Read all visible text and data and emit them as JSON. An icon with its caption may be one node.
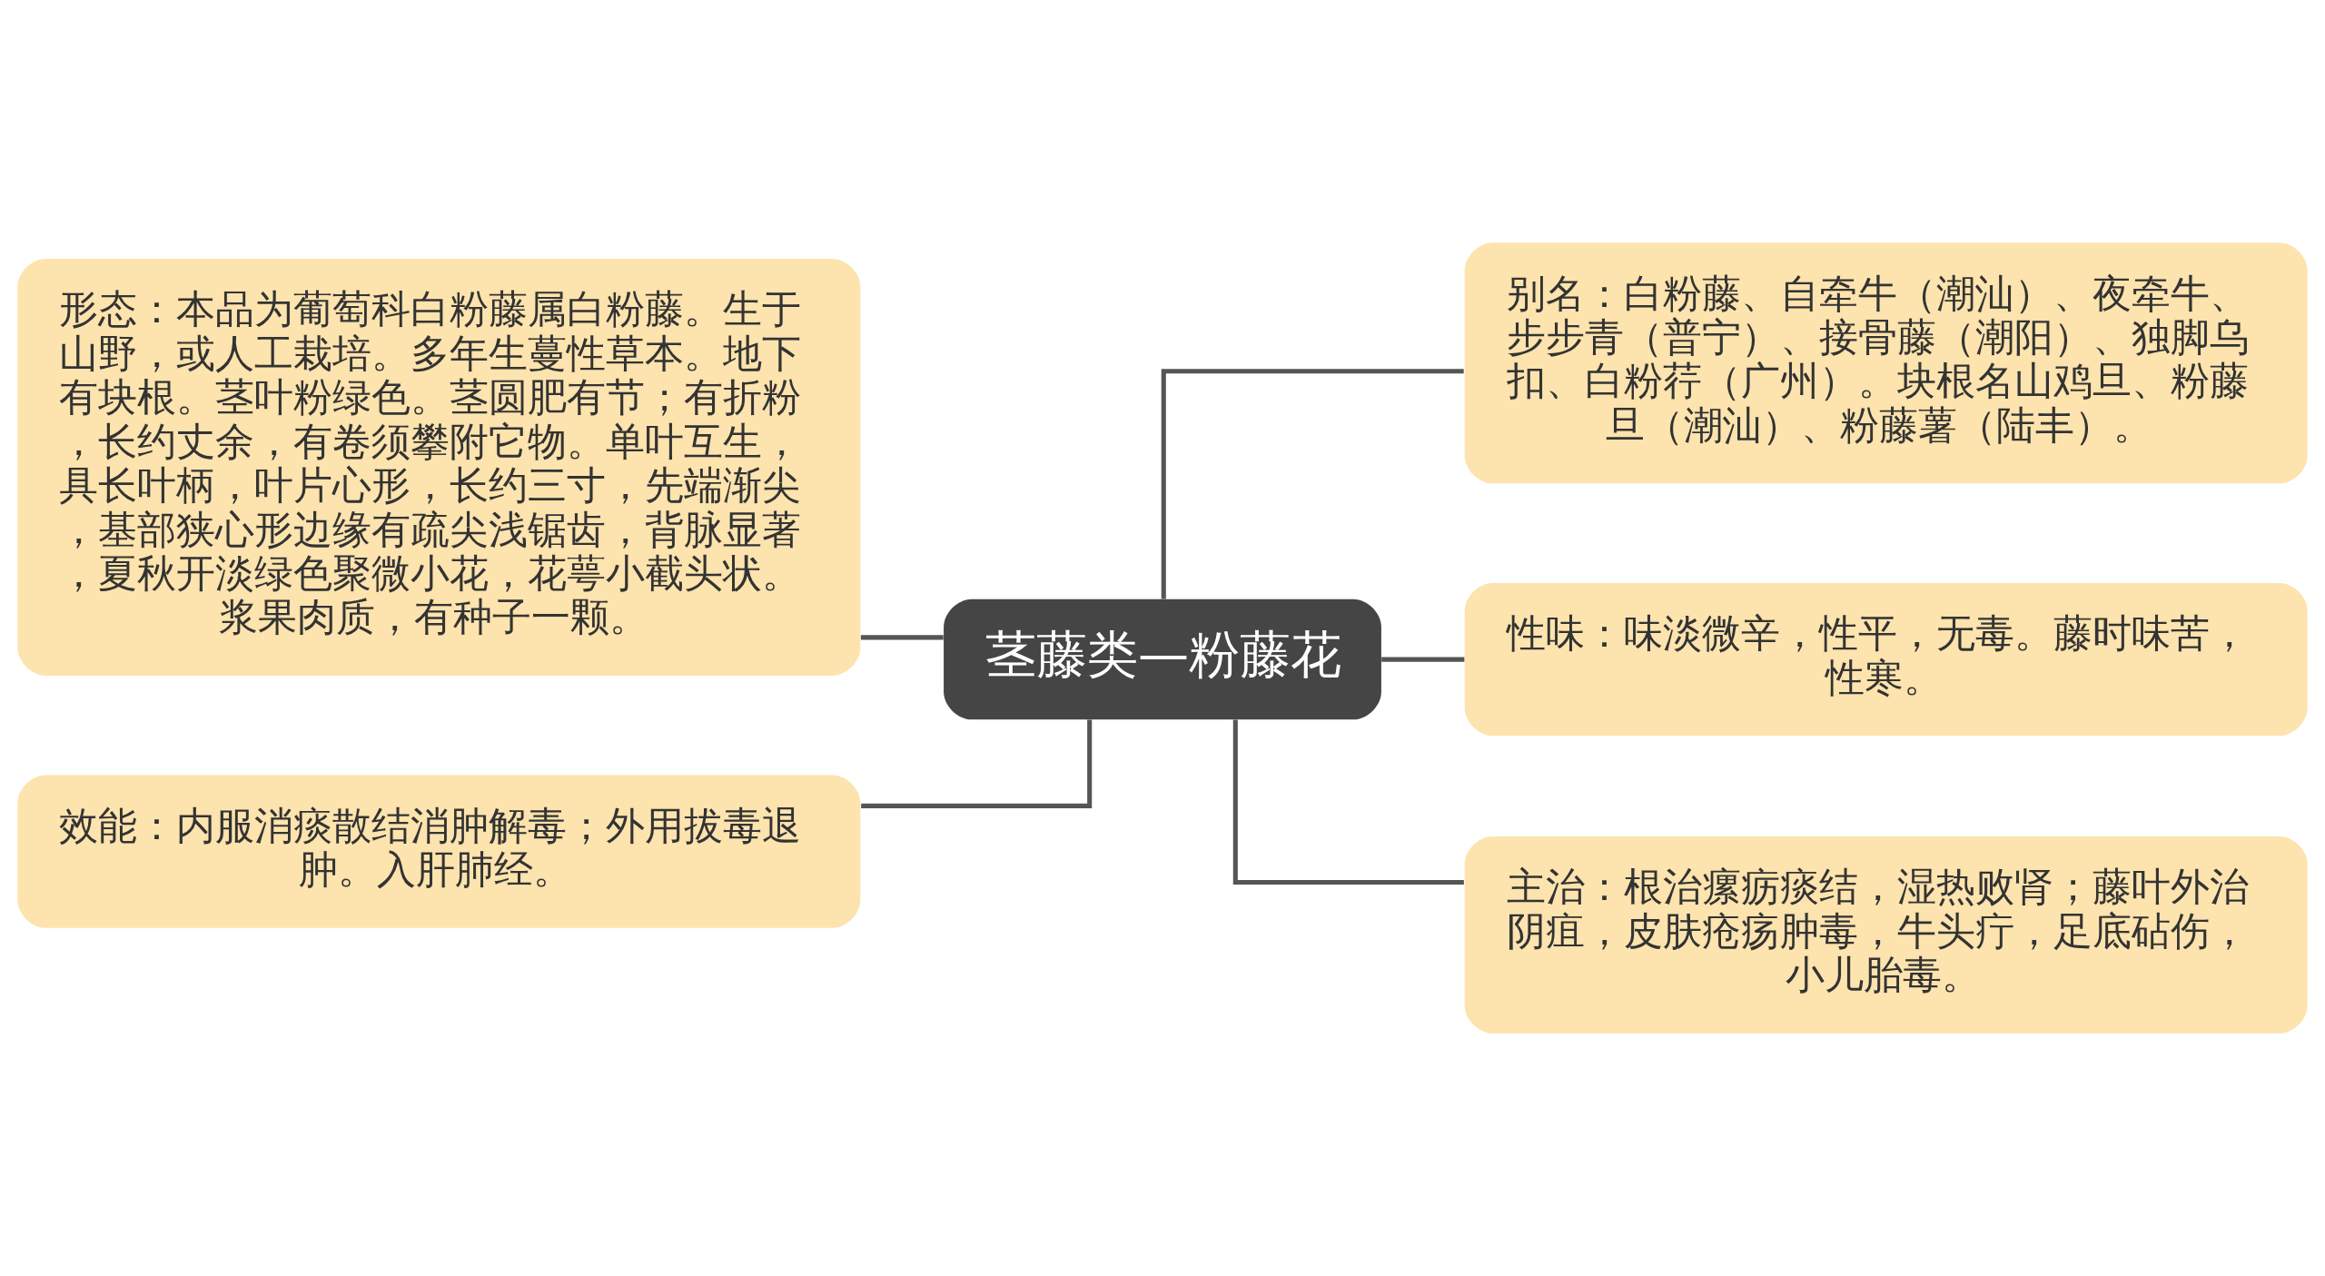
{
  "diagram": {
    "nodes": [
      {
        "text": [
          "茎藤类—粉藤花"
        ]
      },
      {
        "text": [
          "形态：本品为葡萄科白粉藤属白粉藤。生于山野，或人工栽培。多年生蔓性草本。地下有块根。茎叶粉绿色。茎圆肥有节；有折粉，长约丈余，有卷须攀附它物。单叶互生，具长叶柄，叶片心形，长约三寸，先端渐尖，基部狭心形边缘有疏尖浅锯齿，背脉显著，夏秋开淡绿色聚微小花，花萼小截头状。浆果肉质，有种子一颗。"
        ]
      },
      {
        "text": [
          "效能：内服消痰散结消肿解毒；外用拔毒退肿。入肝肺经。"
        ]
      },
      {
        "text": [
          "别名：白粉藤、自牵牛（潮汕）、夜牵牛、步步青（普宁）、接骨藤（潮阳）、独脚乌扣、白粉荇（广州）。块根名山鸡旦、粉藤旦（潮汕）、粉藤薯（陆丰）。"
        ]
      },
      {
        "text": [
          "性味：味淡微辛，性平，无毒。藤时味苦，性寒。"
        ]
      },
      {
        "text": [
          "主治：根治瘰疬痰结，湿热败肾；藤叶外治阴疽，皮肤疮疡肿毒，牛头疔，足底砧伤，小儿胎毒。"
        ]
      }
    ],
    "edges": [
      {
        "from": 0,
        "to": 1,
        "arrow": "none"
      },
      {
        "from": 0,
        "to": 2,
        "arrow": "none"
      },
      {
        "from": 0,
        "to": 3,
        "arrow": "none"
      },
      {
        "from": 0,
        "to": 4,
        "arrow": "none"
      },
      {
        "from": 0,
        "to": 5,
        "arrow": "none"
      }
    ]
  }
}
